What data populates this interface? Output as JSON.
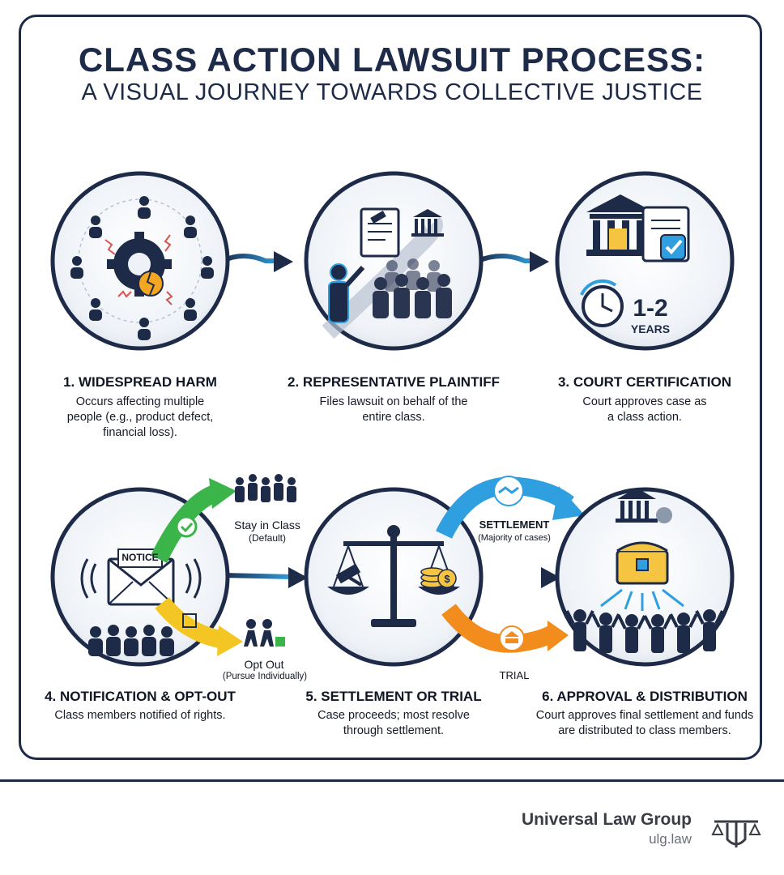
{
  "title": "CLASS ACTION LAWSUIT PROCESS:",
  "subtitle": "A VISUAL JOURNEY TOWARDS COLLECTIVE JUSTICE",
  "steps": [
    {
      "title": "1. WIDESPREAD HARM",
      "desc": "Occurs affecting multiple people (e.g., product defect, financial loss)."
    },
    {
      "title": "2. REPRESENTATIVE PLAINTIFF",
      "desc": "Files lawsuit on behalf of the entire class."
    },
    {
      "title": "3. COURT CERTIFICATION",
      "desc": "Court approves case as a class action."
    },
    {
      "title": "4. NOTIFICATION & OPT-OUT",
      "desc": "Class members notified of rights."
    },
    {
      "title": "5. SETTLEMENT OR TRIAL",
      "desc": "Case proceeds; most resolve through settlement."
    },
    {
      "title": "6. APPROVAL & DISTRIBUTION",
      "desc": "Court approves final settlement and funds are distributed to class members."
    }
  ],
  "labels": {
    "notice": "NOTICE",
    "duration_value": "1-2",
    "duration_unit": "YEARS",
    "stay": "Stay in Class",
    "stay_note": "(Default)",
    "opt_out": "Opt Out",
    "opt_out_note": "(Pursue Individually)",
    "settlement": "SETTLEMENT",
    "settlement_note": "(Majority of cases)",
    "trial": "TRIAL"
  },
  "footer": {
    "brand": "Universal Law Group",
    "url": "ulg.law"
  },
  "colors": {
    "navy": "#1d2a48",
    "blue_accent": "#2f9fe0",
    "green": "#3bb54a",
    "yellow": "#f3c623",
    "orange": "#f28c1c"
  }
}
